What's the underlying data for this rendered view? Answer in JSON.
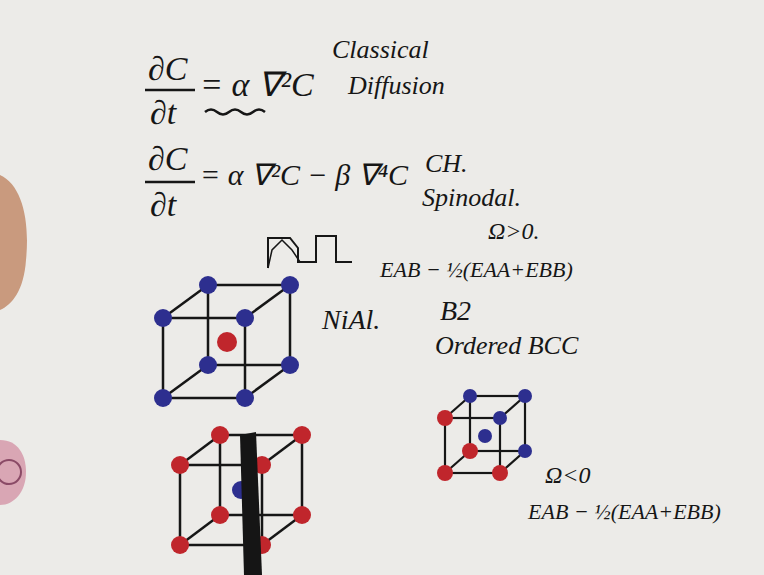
{
  "diagram": {
    "labels": [
      "∂C",
      "∂t",
      "= α ∇²C",
      "Classical",
      "Diffusion",
      "∂C",
      "∂t",
      "= α ∇²C − β ∇⁴C",
      "CH.",
      "Spinodal.",
      "Ω>0.",
      "EAB − ½(EAA+EBB)",
      "NiAl.",
      "B2",
      "Ordered BCC",
      "Ω<0",
      "EAB − ½(EAA+EBB)"
    ]
  }
}
